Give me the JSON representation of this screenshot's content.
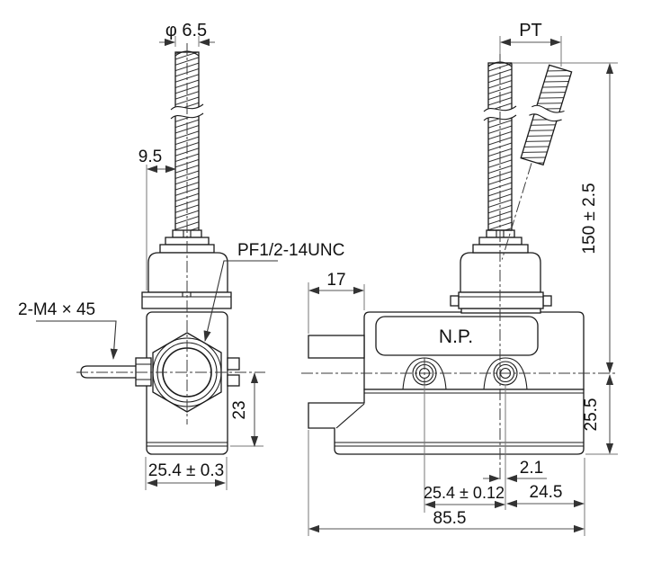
{
  "drawing": {
    "type": "limit-switch dimensional drawing",
    "front_view": {
      "shaft_diameter": "φ 6.5",
      "shaft_edge_offset": "9.5",
      "conduit_thread_label": "PF1/2-14UNC",
      "mounting_screw_label": "2-M4 × 45",
      "center_to_mount_face": "23",
      "body_width": "25.4 ± 0.3"
    },
    "side_view": {
      "rod_thread_label": "PT",
      "rod_length": "150 ± 2.5",
      "conduit_projection": "17",
      "nameplate": "N.P.",
      "center_to_bottom": "25.5",
      "plunger_offset": "2.1",
      "mounting_hole_spacing": "25.4 ± 0.12",
      "hole_to_end": "24.5",
      "body_length": "85.5"
    }
  }
}
